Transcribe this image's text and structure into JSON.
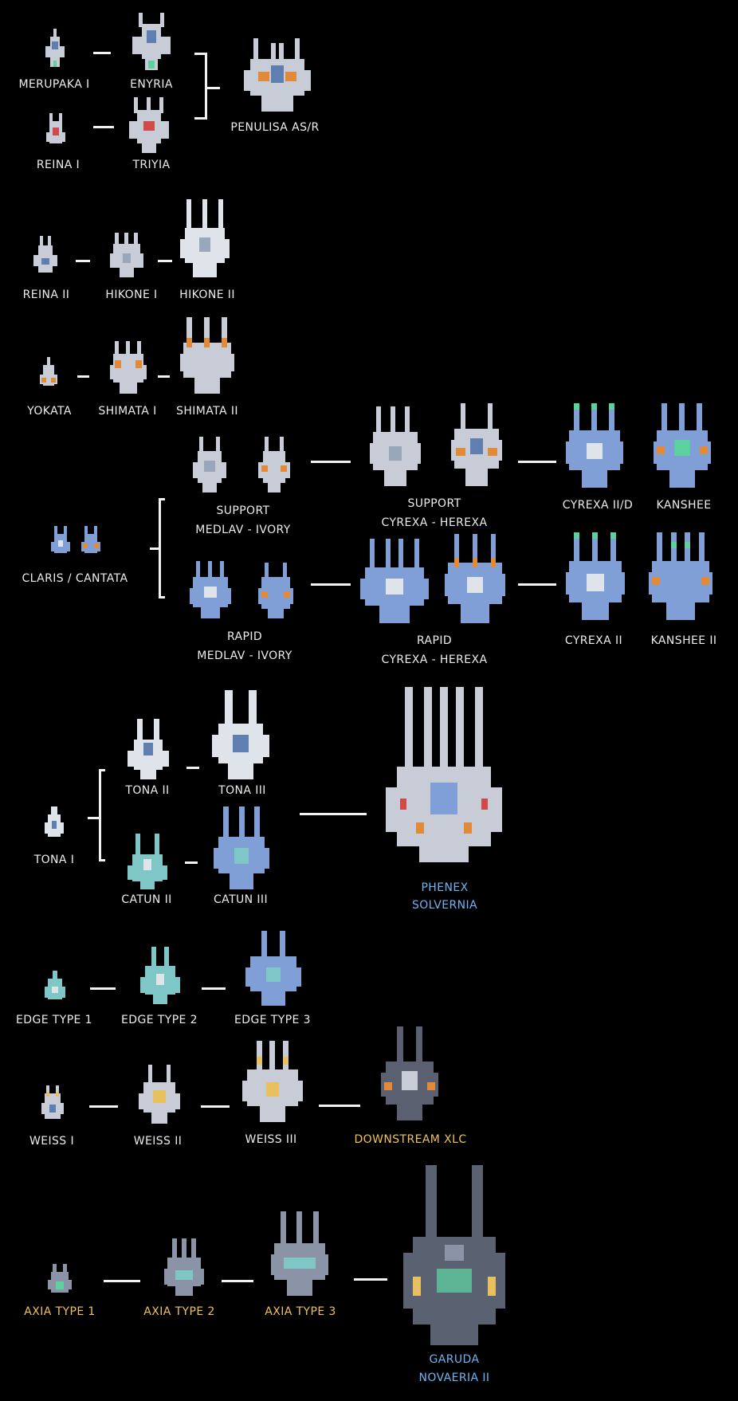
{
  "palette": {
    "background": "#000000",
    "label": "#ececec",
    "label_gold": "#f0c25a",
    "label_blue": "#6fb4f2",
    "hull_silver": "#c7ccd6",
    "hull_blue": "#7f9fd6",
    "hull_teal": "#7fc6c6",
    "accent_orange": "#e08a3a",
    "accent_red": "#d04a4a",
    "accent_gold": "#e8c060",
    "accent_green": "#5ed0a0"
  },
  "labels": {
    "merupaka_1": "MERUPAKA I",
    "enyria": "ENYRIA",
    "reina_1": "REINA I",
    "triyia": "TRIYIA",
    "penulisa": "PENULISA AS/R",
    "reina_2": "REINA II",
    "hikone_1": "HIKONE I",
    "hikone_2": "HIKONE II",
    "yokata": "YOKATA",
    "shimata_1": "SHIMATA I",
    "shimata_2": "SHIMATA II",
    "claris_cantata": "CLARIS / CANTATA",
    "support_medlav_1": "SUPPORT",
    "support_medlav_2": "MEDLAV - IVORY",
    "support_cyrexa_1": "SUPPORT",
    "support_cyrexa_2": "CYREXA - HEREXA",
    "cyrexa_2d": "CYREXA II/D",
    "kanshee": "KANSHEE",
    "rapid_medlav_1": "RAPID",
    "rapid_medlav_2": "MEDLAV - IVORY",
    "rapid_cyrexa_1": "RAPID",
    "rapid_cyrexa_2": "CYREXA - HEREXA",
    "cyrexa_2": "CYREXA II",
    "kanshee_2": "KANSHEE II",
    "tona_1": "TONA I",
    "tona_2": "TONA II",
    "tona_3": "TONA III",
    "catun_2": "CATUN II",
    "catun_3": "CATUN III",
    "phenex_1": "PHENEX",
    "phenex_2": "SOLVERNIA",
    "edge_1": "EDGE TYPE 1",
    "edge_2": "EDGE TYPE 2",
    "edge_3": "EDGE TYPE 3",
    "weiss_1": "WEISS I",
    "weiss_2": "WEISS II",
    "weiss_3": "WEISS III",
    "downstream": "DOWNSTREAM XLC",
    "axia_1": "AXIA TYPE 1",
    "axia_2": "AXIA TYPE 2",
    "axia_3": "AXIA TYPE 3",
    "garuda_1": "GARUDA",
    "garuda_2": "NOVAERIA II"
  }
}
